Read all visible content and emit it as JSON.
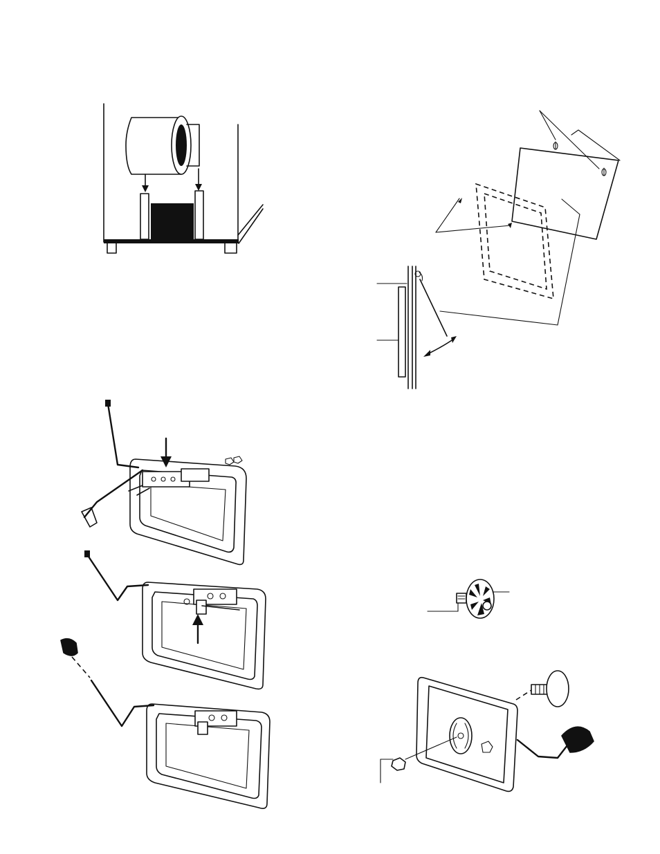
{
  "page": {
    "background": "#ffffff",
    "ink_color": "#111111"
  },
  "figures": [
    {
      "id": "blower-housing-install"
    },
    {
      "id": "filter-rack-panel-exploded"
    },
    {
      "id": "door-handle-assembly-step-1"
    },
    {
      "id": "door-handle-assembly-step-2"
    },
    {
      "id": "door-handle-assembly-step-3"
    },
    {
      "id": "knob-screw-detail"
    },
    {
      "id": "handle-knob-exploded"
    }
  ]
}
